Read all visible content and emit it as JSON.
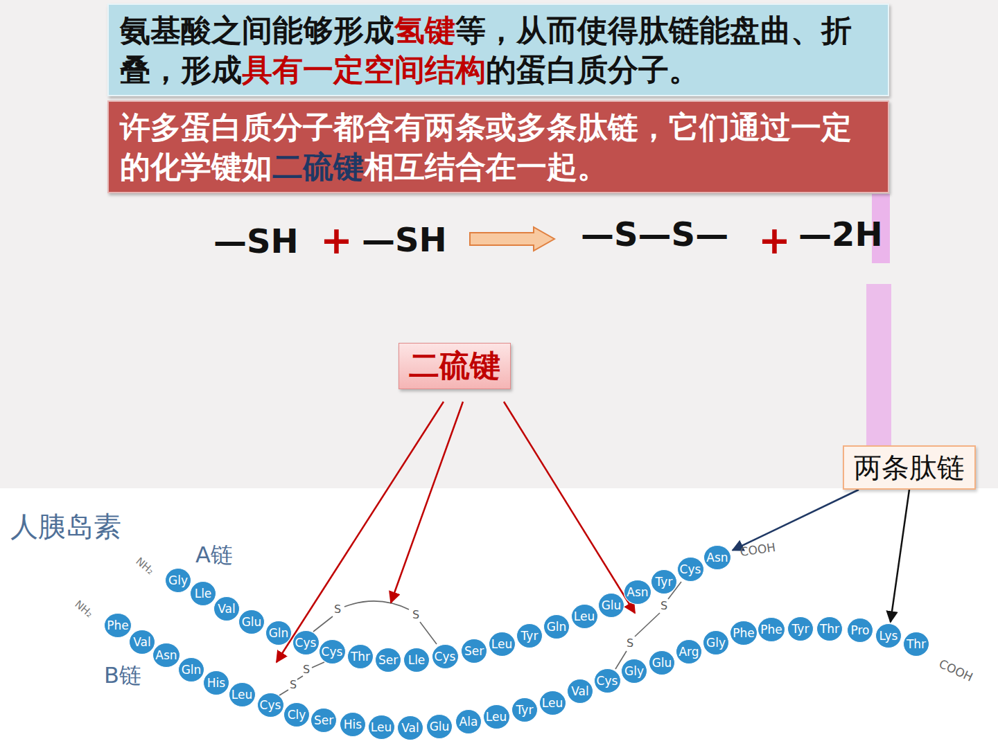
{
  "diagram": {
    "nodes": [
      {
        "text": [
          "氨基酸之间能够形成",
          "氢键",
          "等，从而使得肽链能盘曲、折叠，形成",
          "具有一定空间结构",
          "的蛋白质分子。"
        ]
      },
      {
        "text": [
          "许多蛋白质分子都含有两条或多条肽链，它们通过一定的化学键如",
          "二硫键",
          "相互结合在一起。"
        ]
      },
      {
        "text": [
          "二硫键"
        ]
      },
      {
        "text": [
          "两条肽链"
        ]
      },
      {
        "text": [
          "Gly"
        ]
      },
      {
        "text": [
          "Lle"
        ]
      },
      {
        "text": [
          "Val"
        ]
      },
      {
        "text": [
          "Glu"
        ]
      },
      {
        "text": [
          "Gln"
        ]
      },
      {
        "text": [
          "Cys"
        ]
      },
      {
        "text": [
          "Cys"
        ]
      },
      {
        "text": [
          "Thr"
        ]
      },
      {
        "text": [
          "Ser"
        ]
      },
      {
        "text": [
          "Lle"
        ]
      },
      {
        "text": [
          "Cys"
        ]
      },
      {
        "text": [
          "Ser"
        ]
      },
      {
        "text": [
          "Leu"
        ]
      },
      {
        "text": [
          "Tyr"
        ]
      },
      {
        "text": [
          "Gln"
        ]
      },
      {
        "text": [
          "Leu"
        ]
      },
      {
        "text": [
          "Glu"
        ]
      },
      {
        "text": [
          "Asn"
        ]
      },
      {
        "text": [
          "Tyr"
        ]
      },
      {
        "text": [
          "Cys"
        ]
      },
      {
        "text": [
          "Asn"
        ]
      },
      {
        "text": [
          "Phe"
        ]
      },
      {
        "text": [
          "Val"
        ]
      },
      {
        "text": [
          "Asn"
        ]
      },
      {
        "text": [
          "Gln"
        ]
      },
      {
        "text": [
          "His"
        ]
      },
      {
        "text": [
          "Leu"
        ]
      },
      {
        "text": [
          "Cys"
        ]
      },
      {
        "text": [
          "Cly"
        ]
      },
      {
        "text": [
          "Ser"
        ]
      },
      {
        "text": [
          "His"
        ]
      },
      {
        "text": [
          "Leu"
        ]
      },
      {
        "text": [
          "Val"
        ]
      },
      {
        "text": [
          "Glu"
        ]
      },
      {
        "text": [
          "Ala"
        ]
      },
      {
        "text": [
          "Leu"
        ]
      },
      {
        "text": [
          "Tyr"
        ]
      },
      {
        "text": [
          "Leu"
        ]
      },
      {
        "text": [
          "Val"
        ]
      },
      {
        "text": [
          "Cys"
        ]
      },
      {
        "text": [
          "Gly"
        ]
      },
      {
        "text": [
          "Glu"
        ]
      },
      {
        "text": [
          "Arg"
        ]
      },
      {
        "text": [
          "Gly"
        ]
      },
      {
        "text": [
          "Phe"
        ]
      },
      {
        "text": [
          "Phe"
        ]
      },
      {
        "text": [
          "Tyr"
        ]
      },
      {
        "text": [
          "Thr"
        ]
      },
      {
        "text": [
          "Pro"
        ]
      },
      {
        "text": [
          "Lys"
        ]
      },
      {
        "text": [
          "Thr"
        ]
      }
    ],
    "edges": [
      {
        "from": 3,
        "to": 24,
        "arrow": "to"
      },
      {
        "from": 3,
        "to": 53,
        "arrow": "to"
      }
    ],
    "labels": [
      "—SH",
      "+",
      "—SH",
      "—S—S—",
      "+",
      "—2H",
      "S",
      "S",
      "S",
      "S",
      "S",
      "S",
      "人胰岛素",
      "A链",
      "NH₂",
      "NH₂",
      "B链",
      "COOH",
      "COOH"
    ]
  }
}
